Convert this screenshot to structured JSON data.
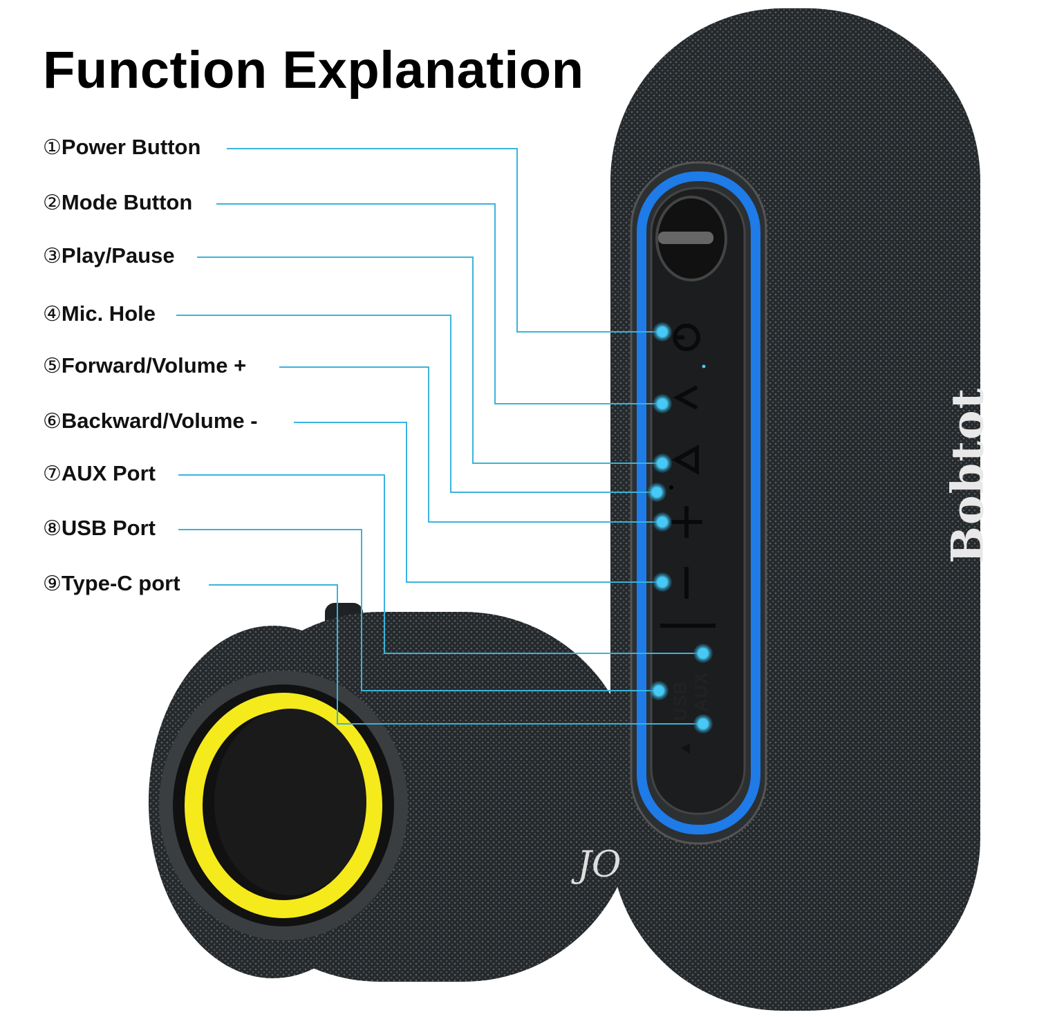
{
  "title": "Function Explanation",
  "labels": [
    {
      "num": "①",
      "text": "Power Button"
    },
    {
      "num": "②",
      "text": "Mode Button"
    },
    {
      "num": "③",
      "text": "Play/Pause"
    },
    {
      "num": "④",
      "text": "Mic. Hole"
    },
    {
      "num": "⑤",
      "text": "Forward/Volume +"
    },
    {
      "num": "⑥",
      "text": "Backward/Volume -"
    },
    {
      "num": "⑦",
      "text": "AUX Port"
    },
    {
      "num": "⑧",
      "text": "USB Port"
    },
    {
      "num": "⑨",
      "text": "Type-C port"
    }
  ],
  "brand": "Bobtot",
  "panel": {
    "usb": "USB",
    "aux": "AUX"
  },
  "colors": {
    "leader": "#3ab3dc",
    "ring_blue": "#1e7be8",
    "ring_yellow": "#f5ea1c",
    "fabric": "#2a2e30"
  }
}
